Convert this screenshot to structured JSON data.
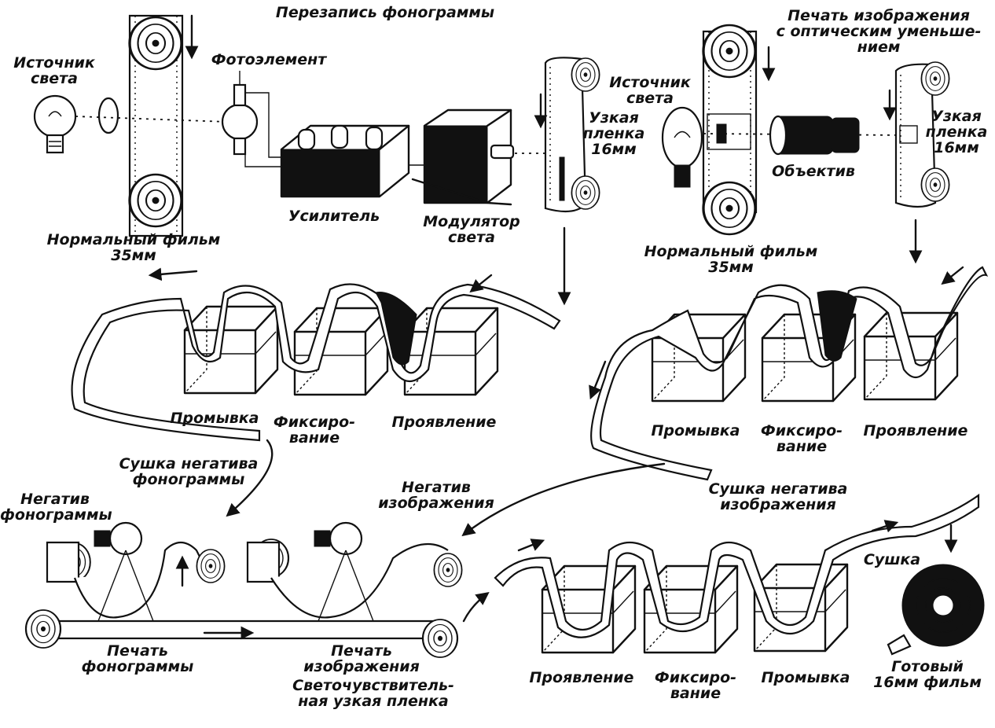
{
  "labels": {
    "title": "Перезапись фонограммы",
    "light_source_1": "Источник\nсвета",
    "photocell": "Фотоэлемент",
    "amplifier": "Усилитель",
    "light_modulator": "Модулятор\nсвета",
    "normal_film_1": "Нормальный фильм\n35мм",
    "narrow_film_1": "Узкая\nпленка\n16мм",
    "image_print_reduction": "Печать изображения\nс оптическим уменьше-\nнием",
    "light_source_2": "Источник\nсвета",
    "narrow_film_2": "Узкая\nпленка\n16мм",
    "lens": "Объектив",
    "normal_film_2": "Нормальный фильм\n35мм",
    "wash_1": "Промывка",
    "fix_1": "Фиксиро-\nвание",
    "develop_1": "Проявление",
    "wash_2": "Промывка",
    "fix_2": "Фиксиро-\nвание",
    "develop_2": "Проявление",
    "drying_sound_negative": "Сушка негатива\nфонограммы",
    "drying_image_negative": "Сушка негатива\nизображения",
    "sound_negative": "Негатив\nфонограммы",
    "image_negative": "Негатив\nизображения",
    "sound_print": "Печать\nфонограммы",
    "image_print": "Печать\nизображения",
    "photosensitive_film": "Светочувствитель-\nная узкая пленка",
    "develop_3": "Проявление",
    "fix_3": "Фиксиро-\nвание",
    "wash_3": "Промывка",
    "drying": "Сушка",
    "finished_film": "Готовый\n16мм фильм"
  }
}
